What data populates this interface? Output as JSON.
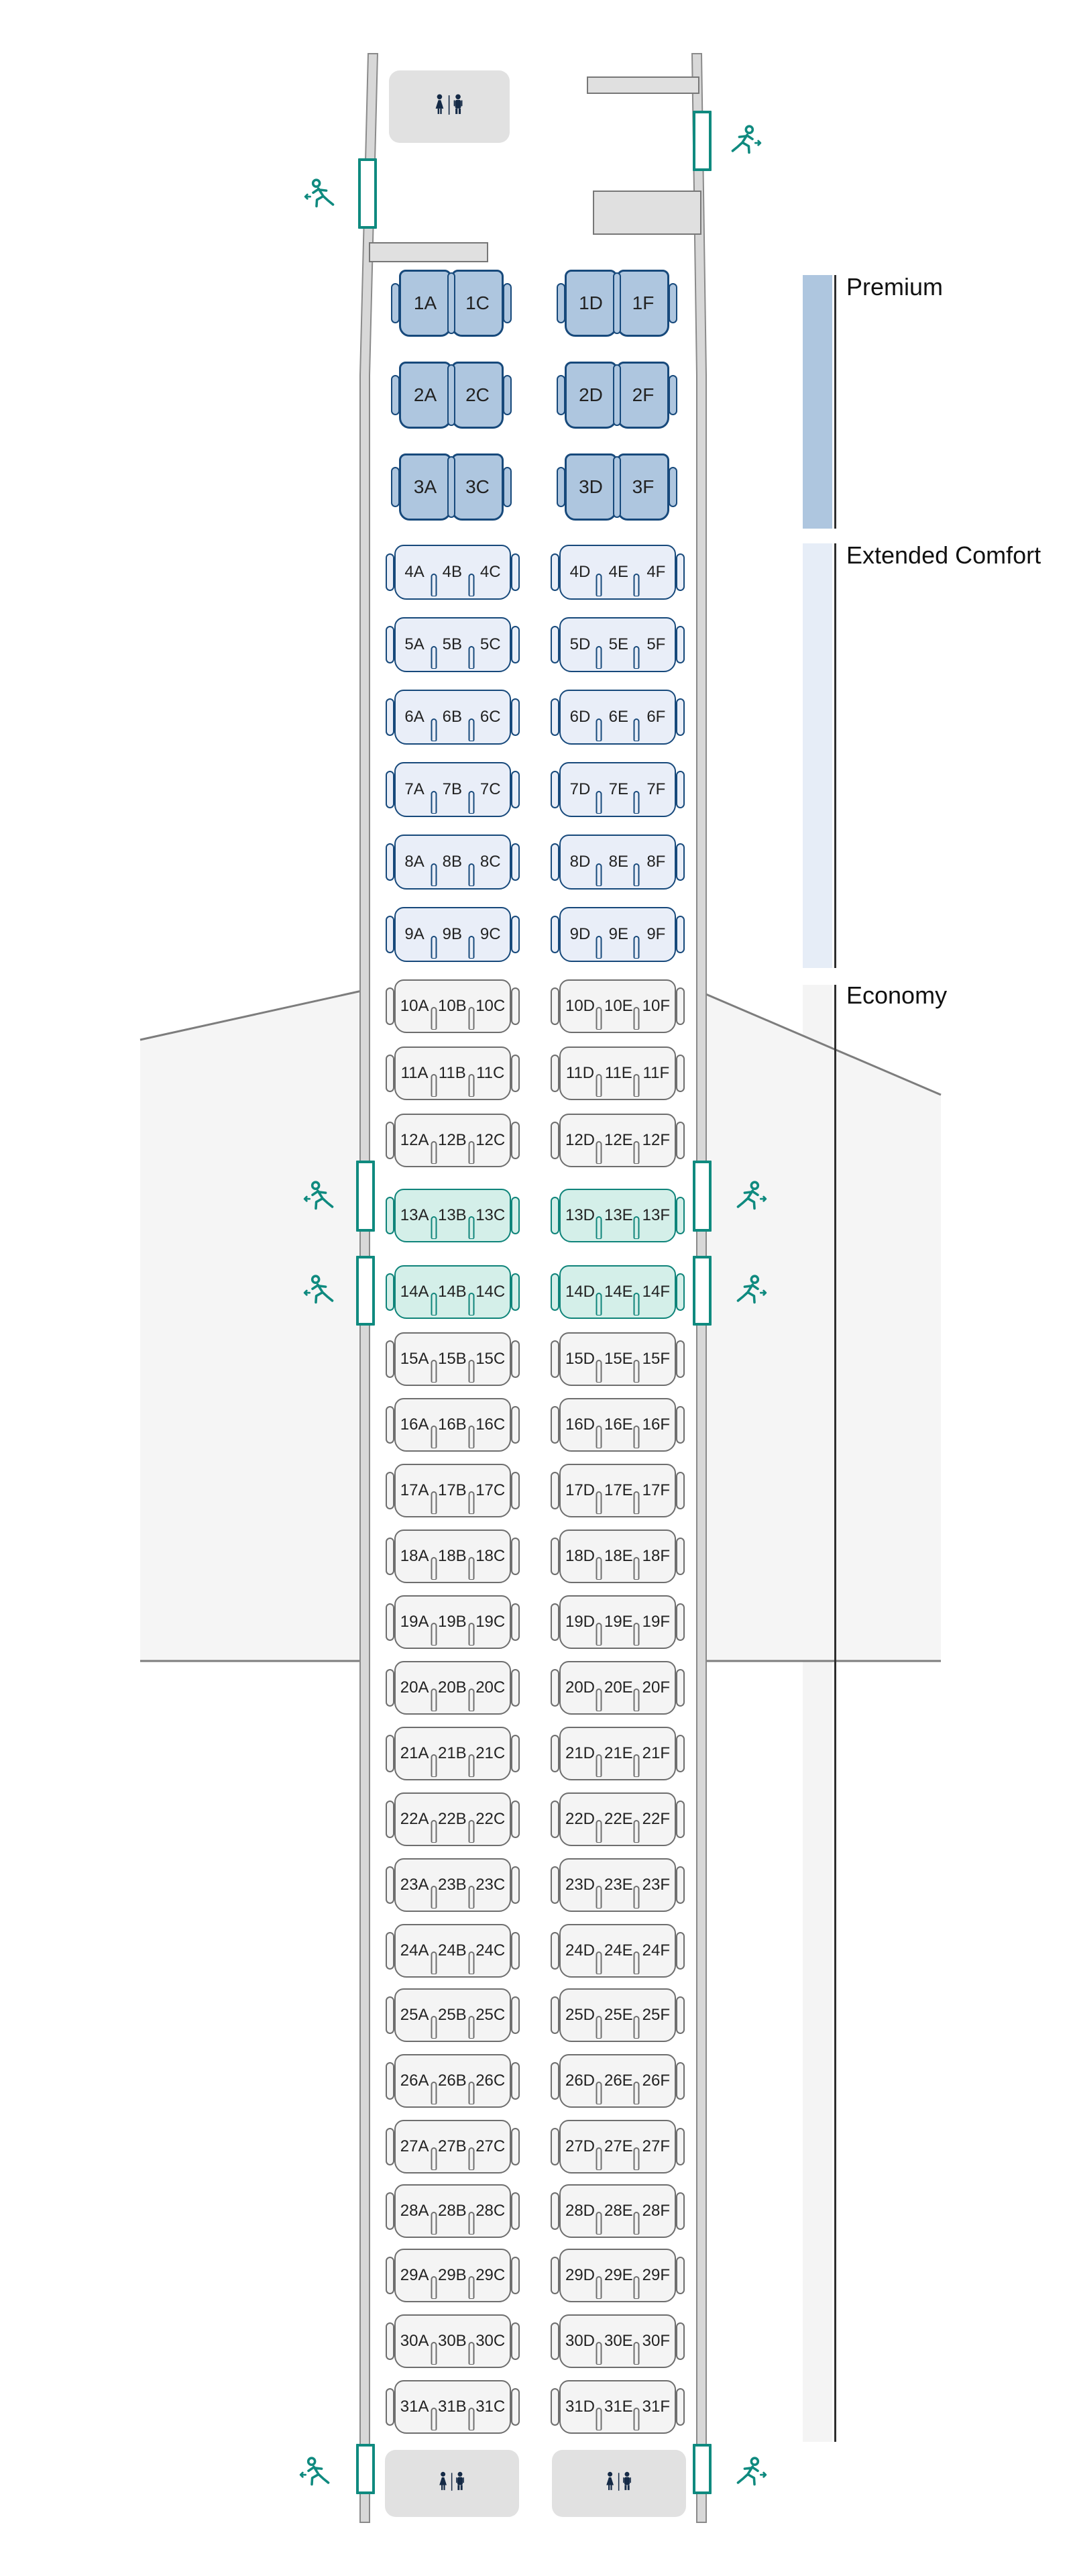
{
  "legend": {
    "sections": [
      {
        "label": "Premium",
        "bar_color": "#aec6df"
      },
      {
        "label": "Extended Comfort",
        "bar_color": "#e6edf7"
      },
      {
        "label": "Economy",
        "bar_color": "#f4f4f4"
      }
    ]
  },
  "cabin": {
    "premium_rows": [
      {
        "row": "1",
        "left": [
          "1A",
          "1C"
        ],
        "right": [
          "1D",
          "1F"
        ]
      },
      {
        "row": "2",
        "left": [
          "2A",
          "2C"
        ],
        "right": [
          "2D",
          "2F"
        ]
      },
      {
        "row": "3",
        "left": [
          "3A",
          "3C"
        ],
        "right": [
          "3D",
          "3F"
        ]
      }
    ],
    "extended_rows": [
      {
        "row": "4",
        "left": [
          "4A",
          "4B",
          "4C"
        ],
        "right": [
          "4D",
          "4E",
          "4F"
        ]
      },
      {
        "row": "5",
        "left": [
          "5A",
          "5B",
          "5C"
        ],
        "right": [
          "5D",
          "5E",
          "5F"
        ]
      },
      {
        "row": "6",
        "left": [
          "6A",
          "6B",
          "6C"
        ],
        "right": [
          "6D",
          "6E",
          "6F"
        ]
      },
      {
        "row": "7",
        "left": [
          "7A",
          "7B",
          "7C"
        ],
        "right": [
          "7D",
          "7E",
          "7F"
        ]
      },
      {
        "row": "8",
        "left": [
          "8A",
          "8B",
          "8C"
        ],
        "right": [
          "8D",
          "8E",
          "8F"
        ]
      },
      {
        "row": "9",
        "left": [
          "9A",
          "9B",
          "9C"
        ],
        "right": [
          "9D",
          "9E",
          "9F"
        ]
      }
    ],
    "economy_rows": [
      {
        "row": "10",
        "left": [
          "10A",
          "10B",
          "10C"
        ],
        "right": [
          "10D",
          "10E",
          "10F"
        ],
        "highlighted": false
      },
      {
        "row": "11",
        "left": [
          "11A",
          "11B",
          "11C"
        ],
        "right": [
          "11D",
          "11E",
          "11F"
        ],
        "highlighted": false
      },
      {
        "row": "12",
        "left": [
          "12A",
          "12B",
          "12C"
        ],
        "right": [
          "12D",
          "12E",
          "12F"
        ],
        "highlighted": false
      },
      {
        "row": "13",
        "left": [
          "13A",
          "13B",
          "13C"
        ],
        "right": [
          "13D",
          "13E",
          "13F"
        ],
        "highlighted": true
      },
      {
        "row": "14",
        "left": [
          "14A",
          "14B",
          "14C"
        ],
        "right": [
          "14D",
          "14E",
          "14F"
        ],
        "highlighted": true
      },
      {
        "row": "15",
        "left": [
          "15A",
          "15B",
          "15C"
        ],
        "right": [
          "15D",
          "15E",
          "15F"
        ],
        "highlighted": false
      },
      {
        "row": "16",
        "left": [
          "16A",
          "16B",
          "16C"
        ],
        "right": [
          "16D",
          "16E",
          "16F"
        ],
        "highlighted": false
      },
      {
        "row": "17",
        "left": [
          "17A",
          "17B",
          "17C"
        ],
        "right": [
          "17D",
          "17E",
          "17F"
        ],
        "highlighted": false
      },
      {
        "row": "18",
        "left": [
          "18A",
          "18B",
          "18C"
        ],
        "right": [
          "18D",
          "18E",
          "18F"
        ],
        "highlighted": false
      },
      {
        "row": "19",
        "left": [
          "19A",
          "19B",
          "19C"
        ],
        "right": [
          "19D",
          "19E",
          "19F"
        ],
        "highlighted": false
      },
      {
        "row": "20",
        "left": [
          "20A",
          "20B",
          "20C"
        ],
        "right": [
          "20D",
          "20E",
          "20F"
        ],
        "highlighted": false
      },
      {
        "row": "21",
        "left": [
          "21A",
          "21B",
          "21C"
        ],
        "right": [
          "21D",
          "21E",
          "21F"
        ],
        "highlighted": false
      },
      {
        "row": "22",
        "left": [
          "22A",
          "22B",
          "22C"
        ],
        "right": [
          "22D",
          "22E",
          "22F"
        ],
        "highlighted": false
      },
      {
        "row": "23",
        "left": [
          "23A",
          "23B",
          "23C"
        ],
        "right": [
          "23D",
          "23E",
          "23F"
        ],
        "highlighted": false
      },
      {
        "row": "24",
        "left": [
          "24A",
          "24B",
          "24C"
        ],
        "right": [
          "24D",
          "24E",
          "24F"
        ],
        "highlighted": false
      },
      {
        "row": "25",
        "left": [
          "25A",
          "25B",
          "25C"
        ],
        "right": [
          "25D",
          "25E",
          "25F"
        ],
        "highlighted": false
      },
      {
        "row": "26",
        "left": [
          "26A",
          "26B",
          "26C"
        ],
        "right": [
          "26D",
          "26E",
          "26F"
        ],
        "highlighted": false
      },
      {
        "row": "27",
        "left": [
          "27A",
          "27B",
          "27C"
        ],
        "right": [
          "27D",
          "27E",
          "27F"
        ],
        "highlighted": false
      },
      {
        "row": "28",
        "left": [
          "28A",
          "28B",
          "28C"
        ],
        "right": [
          "28D",
          "28E",
          "28F"
        ],
        "highlighted": false
      },
      {
        "row": "29",
        "left": [
          "29A",
          "29B",
          "29C"
        ],
        "right": [
          "29D",
          "29E",
          "29F"
        ],
        "highlighted": false
      },
      {
        "row": "30",
        "left": [
          "30A",
          "30B",
          "30C"
        ],
        "right": [
          "30D",
          "30E",
          "30F"
        ],
        "highlighted": false
      },
      {
        "row": "31",
        "left": [
          "31A",
          "31B",
          "31C"
        ],
        "right": [
          "31D",
          "31E",
          "31F"
        ],
        "highlighted": false
      }
    ]
  },
  "icons": {
    "lavatory": "restroom-icon",
    "exit": "emergency-exit-runner-icon"
  },
  "colors": {
    "premium_seat_fill": "#aec6df",
    "premium_seat_border": "#17497b",
    "extended_seat_fill": "#e9eef8",
    "extended_seat_border": "#17497b",
    "economy_seat_fill": "#f4f4f4",
    "economy_seat_border": "#6e6e6e",
    "exit_row_seat_fill": "#d4efe9",
    "exit_row_seat_border": "#0f847a",
    "exit_accent": "#0f8a7f",
    "lavatory_icon": "#152a46",
    "wall_fill": "#d8d8d8",
    "wall_stroke": "#8a8a8a",
    "wing_fill": "#f5f5f5",
    "wing_stroke": "#7d7d7d",
    "galley_fill": "#e0e0e0",
    "galley_stroke": "#777777",
    "lavatory_fill": "#e1e1e1",
    "legend_line": "#2e2e2e",
    "seat_label": "#222222"
  }
}
